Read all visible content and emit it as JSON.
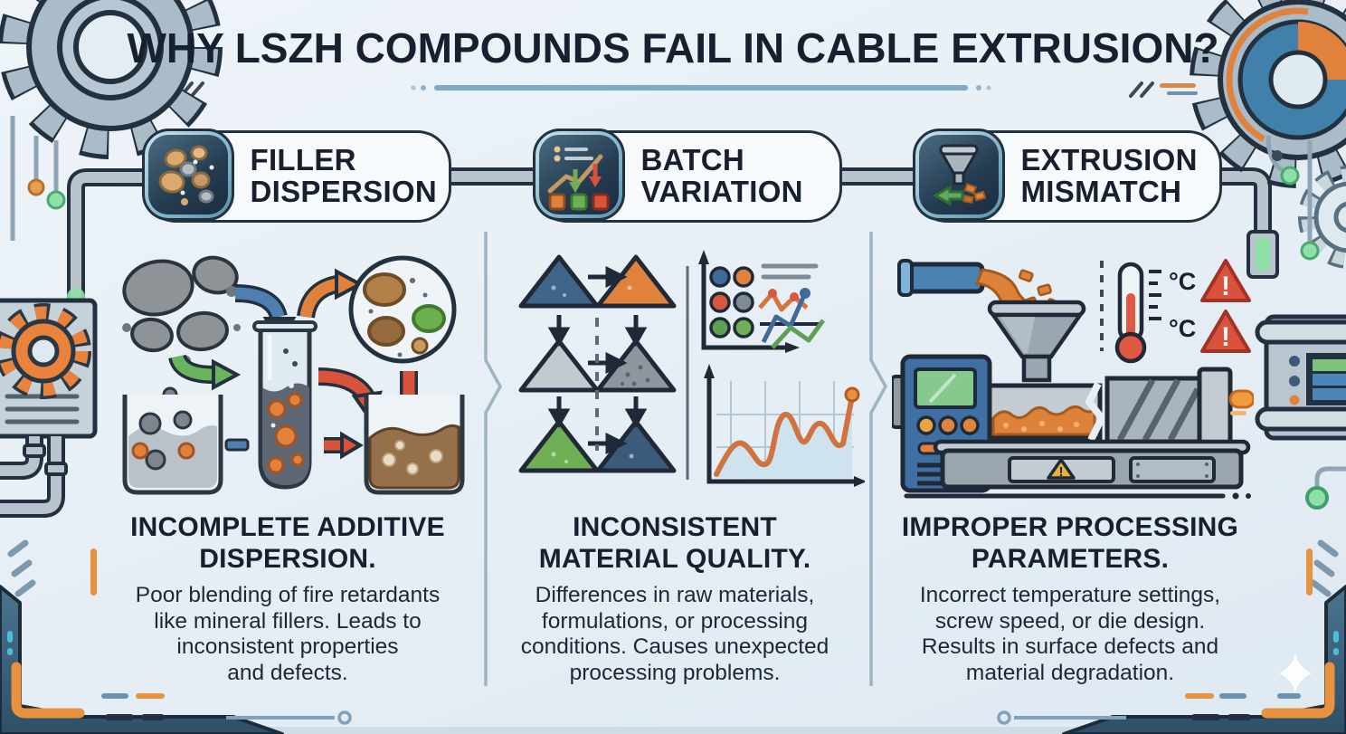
{
  "title": "WHY LSZH COMPOUNDS FAIL IN CABLE EXTRUSION?",
  "columns": [
    {
      "header": "FILLER\nDISPERSION",
      "icon": "filler-particles-icon",
      "heading": "INCOMPLETE ADDITIVE\nDISPERSION.",
      "body": "Poor blending of fire retardants\nlike mineral fillers. Leads to\ninconsistent properties\nand defects."
    },
    {
      "header": "BATCH\nVARIATION",
      "icon": "batch-chart-icon",
      "heading": "INCONSISTENT\nMATERIAL QUALITY.",
      "body": "Differences in raw materials,\nformulations, or processing\nconditions. Causes unexpected\nprocessing problems."
    },
    {
      "header": "EXTRUSION\nMISMATCH",
      "icon": "extruder-hopper-icon",
      "heading": "IMPROPER PROCESSING\nPARAMETERS.",
      "body": "Incorrect temperature settings,\nscrew speed, or die design.\nResults in surface defects and\nmaterial degradation."
    }
  ],
  "illustration_labels": {
    "temp_unit_1": "°C",
    "temp_unit_2": "°C",
    "warning_mark": "!"
  },
  "colors": {
    "background": "#e7eef4",
    "title_text": "#16202e",
    "accent_orange": "#e0813c",
    "accent_blue": "#4a7fb0",
    "accent_green": "#6fae55",
    "accent_red": "#d9533c",
    "underline_blue": "#7fa9c9",
    "outline_navy": "#22303f",
    "corner_slate": "#3c5f79",
    "gear_gray": "#a9bcc8"
  }
}
